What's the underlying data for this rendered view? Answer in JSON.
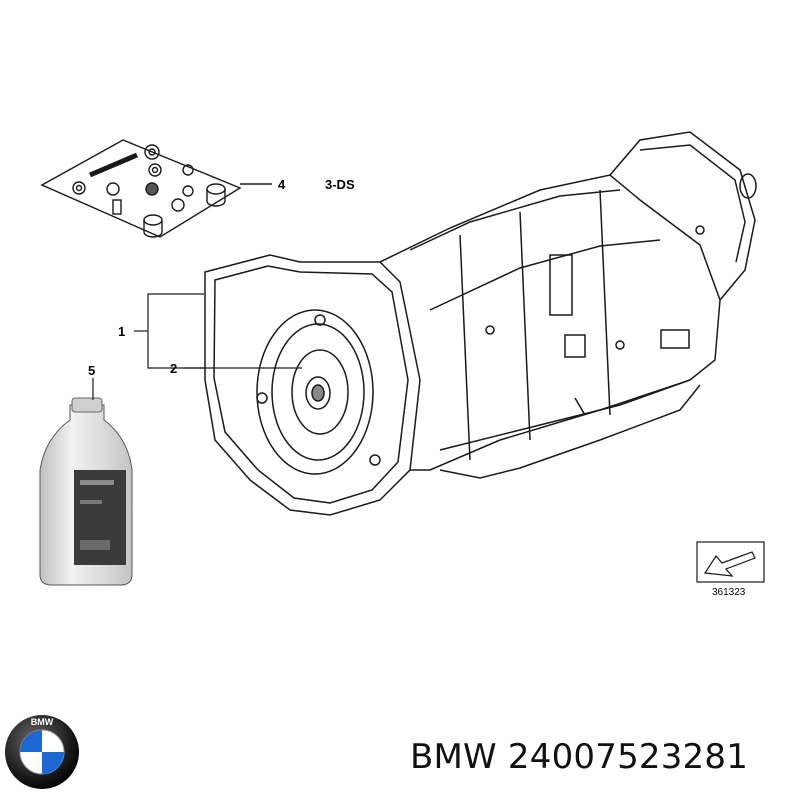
{
  "diagram": {
    "callouts": {
      "c1": "1",
      "c2": "2",
      "c4": "4",
      "c5": "5"
    },
    "variant_label": "3-DS",
    "reference_number": "361323"
  },
  "logo": {
    "text": "BMW"
  },
  "caption": {
    "brand": "BMW",
    "part_number": "24007523281"
  },
  "colors": {
    "line": "#1a1a1a",
    "bottle": "#d9d9d9",
    "bottle_label": "#3a3a3a",
    "logo_blue": "#1c69d4"
  }
}
